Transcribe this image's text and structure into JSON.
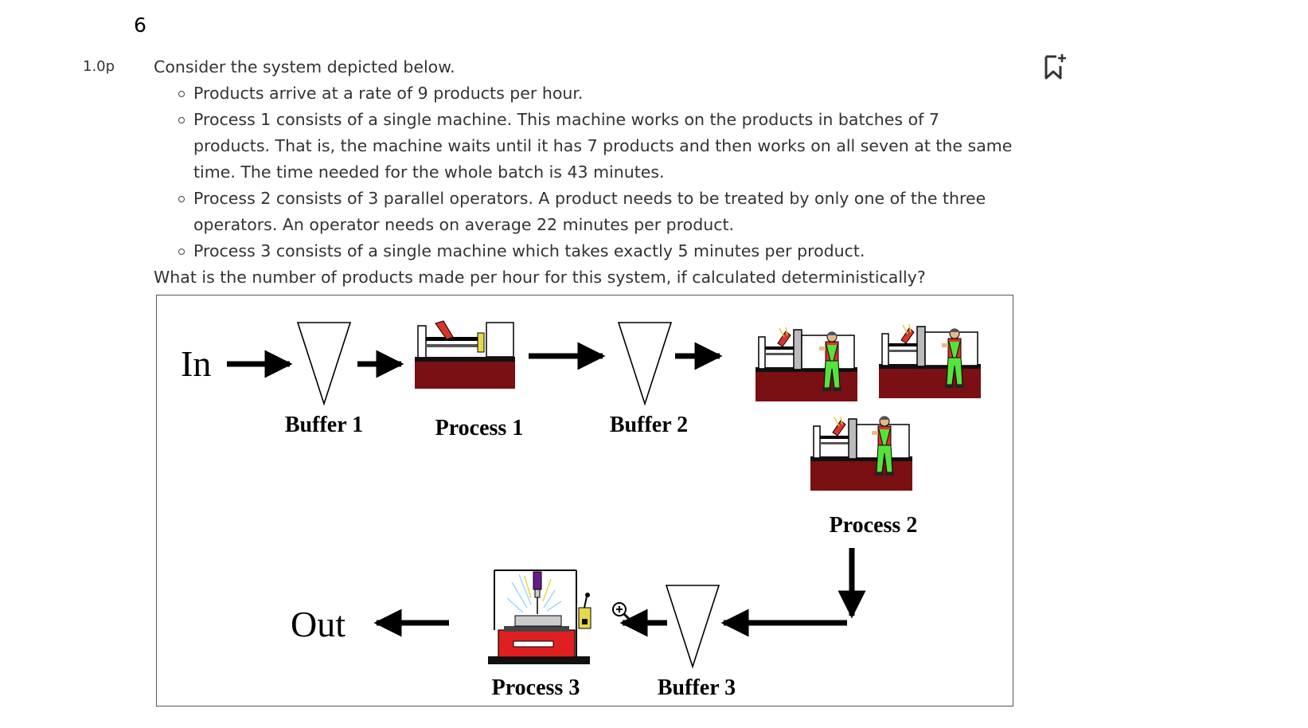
{
  "question": {
    "number": "6",
    "points": "1.0p",
    "intro": "Consider the system depicted below.",
    "bullets": [
      "Products arrive at a rate of 9 products per hour.",
      "Process 1 consists of a single machine. This machine works on the products in batches of 7 products. That is, the machine waits until it has 7 products and then works on all seven at the same time. The time needed for the whole batch is 43 minutes.",
      "Process 2 consists of 3 parallel operators. A product needs to be treated by only one of the three operators. An operator needs on average 22 minutes per product.",
      "Process 3 consists of a single machine which takes exactly 5 minutes per product."
    ],
    "prompt": "What is the number of products made per hour for this system, if calculated deterministically?"
  },
  "diagram": {
    "in_label": "In",
    "out_label": "Out",
    "buffer1": "Buffer 1",
    "process1": "Process 1",
    "buffer2": "Buffer 2",
    "process2": "Process 2",
    "buffer3": "Buffer 3",
    "process3": "Process 3"
  },
  "icons": {
    "bookmark": "bookmark-add-icon",
    "zoom": "zoom-in-icon"
  },
  "colors": {
    "machine_base": "#7a0f14",
    "worker_green": "#55e33a",
    "worker_red": "#d9342b",
    "machine_red": "#e02020"
  }
}
